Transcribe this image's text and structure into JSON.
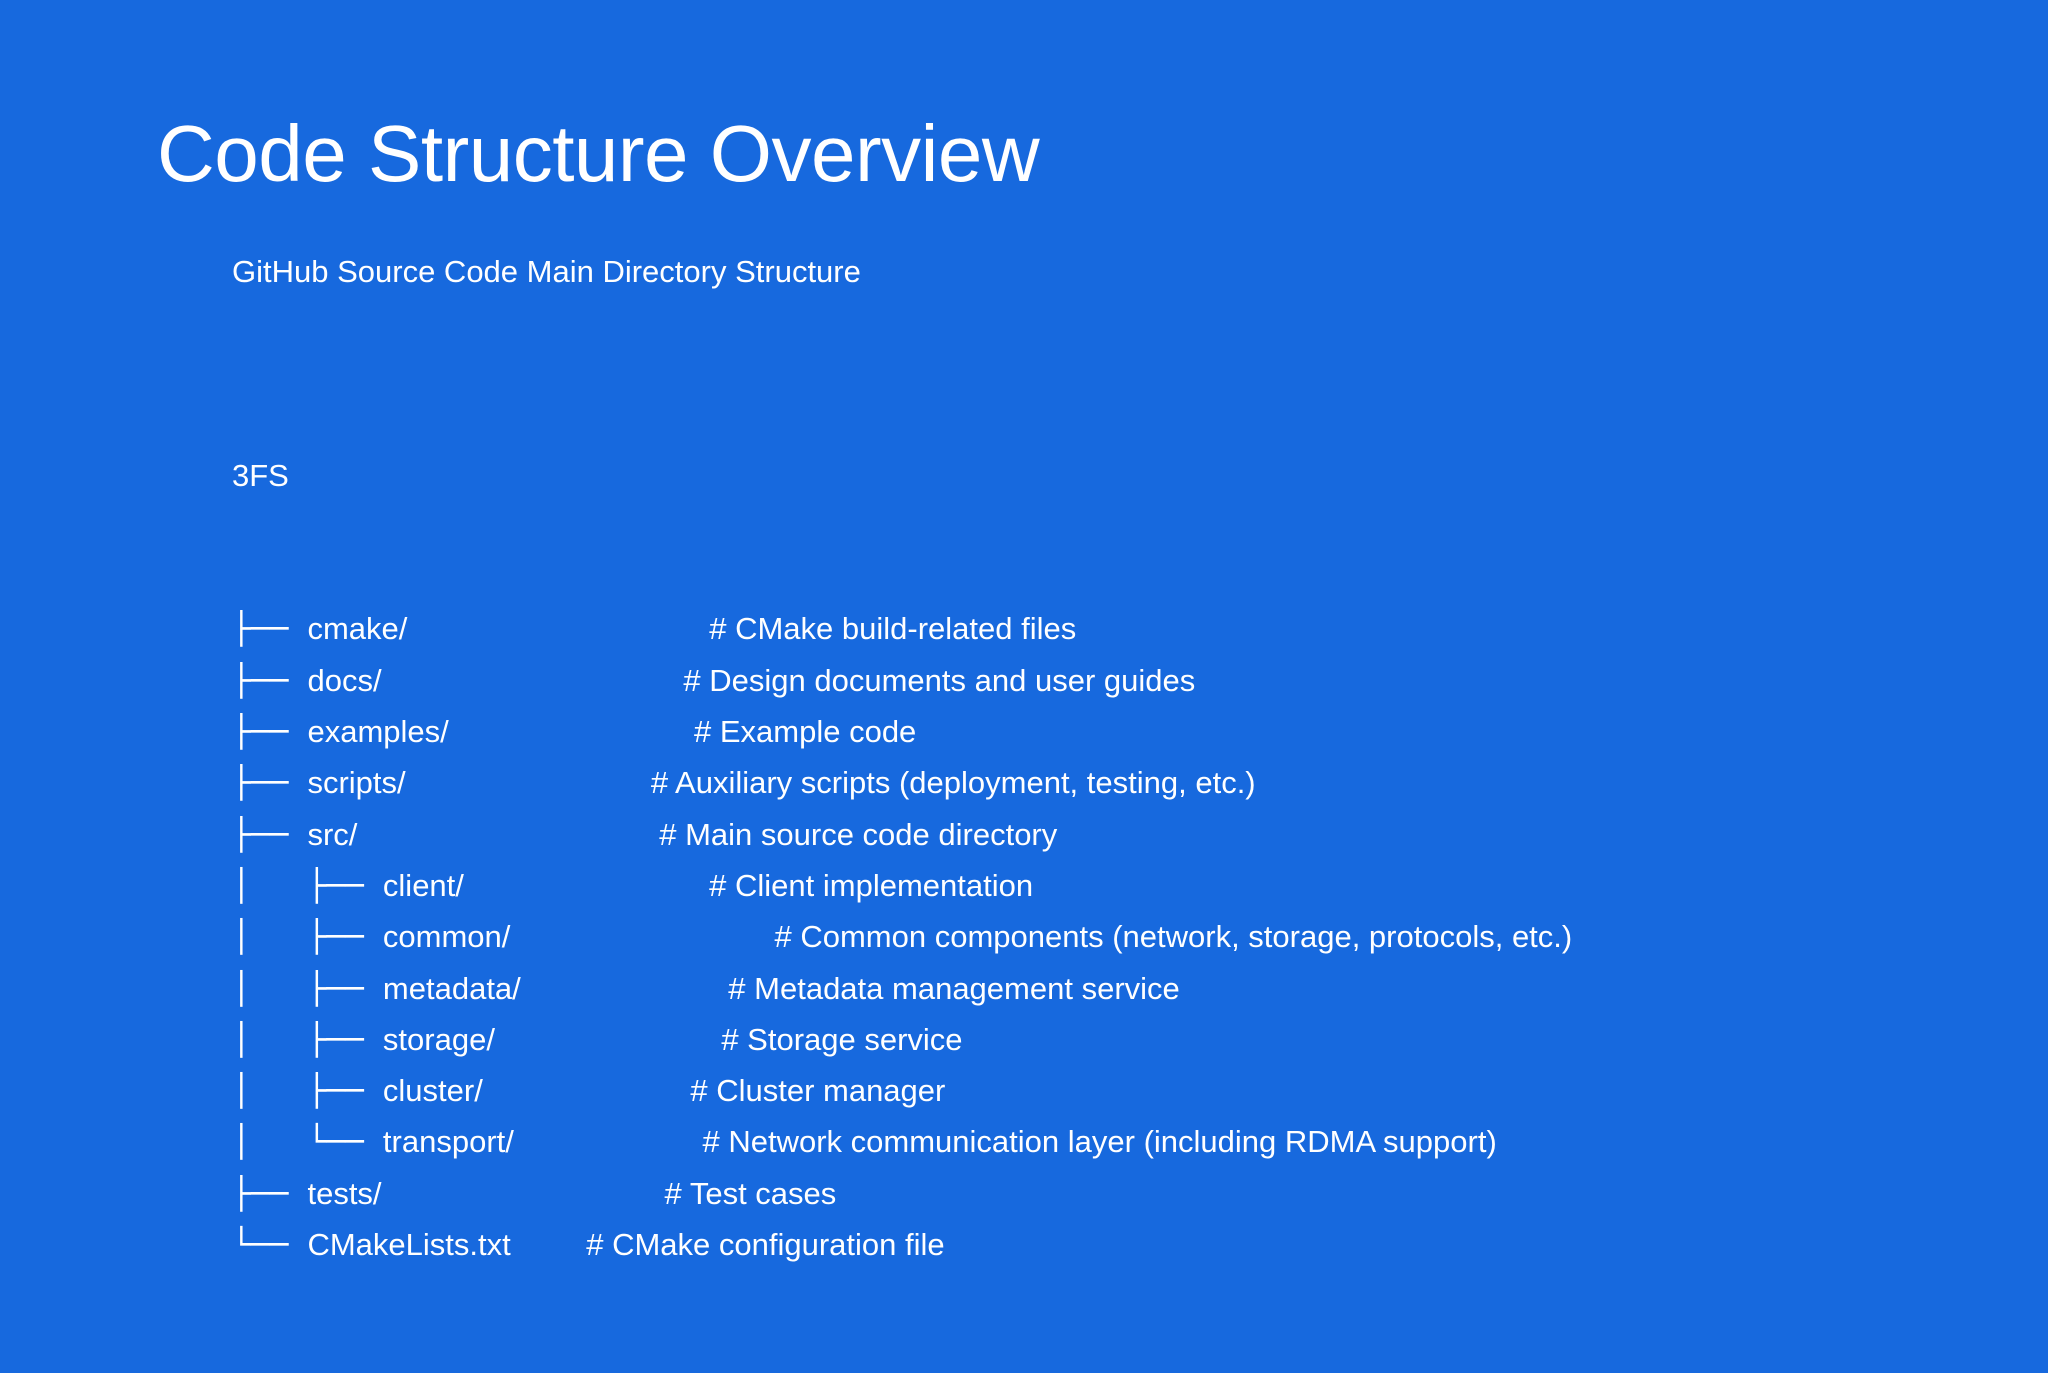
{
  "slide": {
    "background_color": "#1769DE",
    "text_color": "#FFFFFF",
    "title": "Code Structure Overview",
    "subtitle": "GitHub Source Code Main Directory Structure"
  },
  "tree": {
    "root_label": "3FS",
    "lines": [
      {
        "prefix": "├──",
        "indent": 0,
        "name": "cmake/",
        "name_pad": "      ",
        "comment": "# CMake build-related files"
      },
      {
        "prefix": "├──",
        "indent": 0,
        "name": "docs/",
        "name_pad": "     ",
        "comment": "# Design documents and user guides"
      },
      {
        "prefix": "├──",
        "indent": 0,
        "name": "examples/",
        "name_pad": "      ",
        "comment": "# Example code"
      },
      {
        "prefix": "├──",
        "indent": 0,
        "name": "scripts/",
        "name_pad": "     ",
        "comment": "# Auxiliary scripts (deployment, testing, etc.)"
      },
      {
        "prefix": "├──",
        "indent": 0,
        "name": "src/",
        "name_pad": "    ",
        "comment": "# Main source code directory"
      },
      {
        "prefix": "├──",
        "indent": 1,
        "name": "client/",
        "name_pad": "    ",
        "comment": "# Client implementation"
      },
      {
        "prefix": "├──",
        "indent": 1,
        "name": "common/",
        "name_pad": "     ",
        "comment": "# Common components (network, storage, protocols, etc.)"
      },
      {
        "prefix": "├──",
        "indent": 1,
        "name": "metadata/",
        "name_pad": "    ",
        "comment": "# Metadata management service"
      },
      {
        "prefix": "├──",
        "indent": 1,
        "name": "storage/",
        "name_pad": "    ",
        "comment": "# Storage service"
      },
      {
        "prefix": "├──",
        "indent": 1,
        "name": "cluster/",
        "name_pad": "   ",
        "comment": "# Cluster manager"
      },
      {
        "prefix": "└──",
        "indent": 1,
        "name": "transport/",
        "name_pad": "    ",
        "comment": "# Network communication layer (including RDMA support)"
      },
      {
        "prefix": "├──",
        "indent": 0,
        "name": "tests/",
        "name_pad": "     ",
        "comment": "# Test cases"
      },
      {
        "prefix": "└──",
        "indent": 0,
        "name": "CMakeLists.txt",
        "name_pad": "  ",
        "comment": "# CMake configuration file"
      }
    ],
    "indent_unit": "│   ",
    "indent_unit_last": "    "
  }
}
